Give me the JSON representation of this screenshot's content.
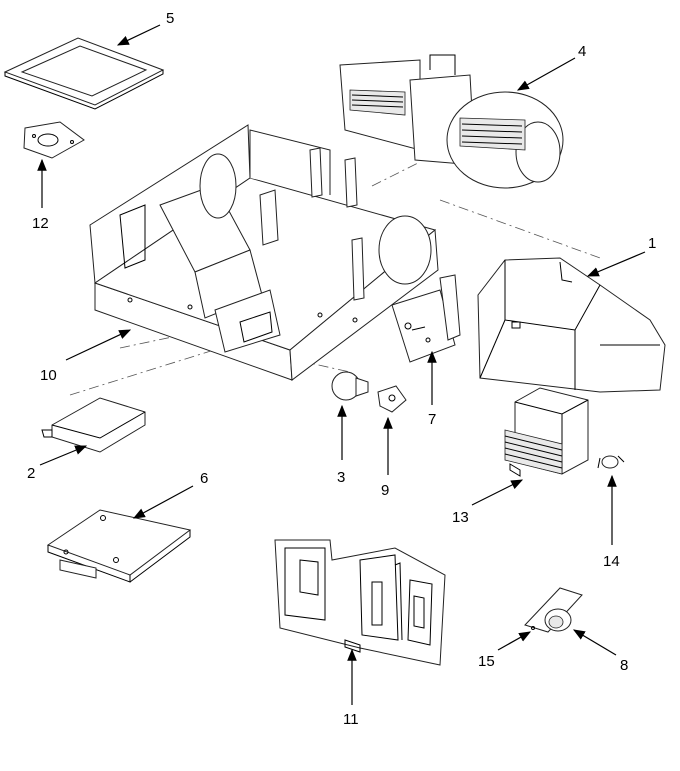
{
  "callouts": {
    "c1": "1",
    "c2": "2",
    "c3": "3",
    "c4": "4",
    "c5": "5",
    "c6": "6",
    "c7": "7",
    "c8": "8",
    "c9": "9",
    "c10": "10",
    "c11": "11",
    "c12": "12",
    "c13": "13",
    "c14": "14",
    "c15": "15"
  },
  "colors": {
    "line": "#222222",
    "background": "#ffffff",
    "shade": "#e9e9e9"
  }
}
